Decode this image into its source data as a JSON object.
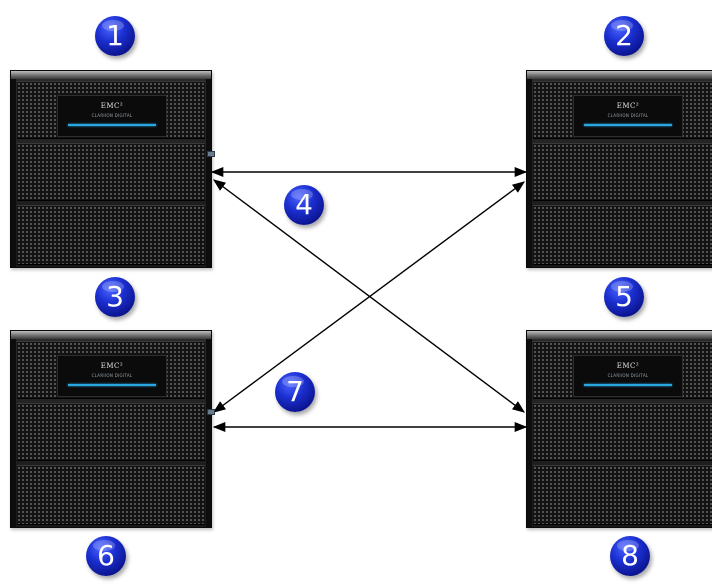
{
  "badges": {
    "b1": "1",
    "b2": "2",
    "b3": "3",
    "b4": "4",
    "b5": "5",
    "b6": "6",
    "b7": "7",
    "b8": "8"
  },
  "array_brand": "EMC²",
  "array_model": "CLARIION DIGITAL",
  "colors": {
    "badge": "#1b2fd0",
    "array_body": "#1e1e1e",
    "accent_strip": "#2aa6e0",
    "link_line": "#000000"
  },
  "links": [
    {
      "from": "array-top-left",
      "to": "array-top-right",
      "arrows": "both"
    },
    {
      "from": "array-top-left",
      "to": "array-bottom-right",
      "arrows": "both"
    },
    {
      "from": "array-bottom-left",
      "to": "array-top-right",
      "arrows": "both"
    },
    {
      "from": "array-bottom-left",
      "to": "array-bottom-right",
      "arrows": "both"
    }
  ]
}
